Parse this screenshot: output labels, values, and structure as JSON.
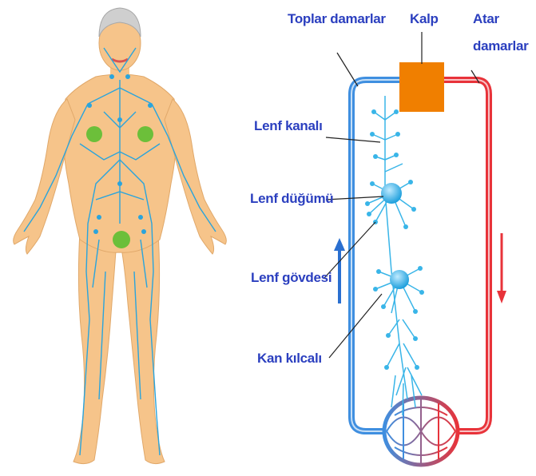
{
  "labels": {
    "toplar_damarlar": "Toplar damarlar",
    "kalp": "Kalp",
    "atar_line1": "Atar",
    "atar_line2": "damarlar",
    "lenf_kanali": "Lenf kanalı",
    "lenf_dugumu": "Lenf düğümü",
    "lenf_govdesi": "Lenf gövdesi",
    "kan_kilcali": "Kan kılcalı"
  },
  "colors": {
    "label_text": "#2b3fbf",
    "vein": "#3f8fe0",
    "artery": "#e8333a",
    "heart": "#f07f00",
    "lymph": "#39b5e8",
    "skin": "#f6c48a",
    "hair": "#cfcfcf"
  }
}
